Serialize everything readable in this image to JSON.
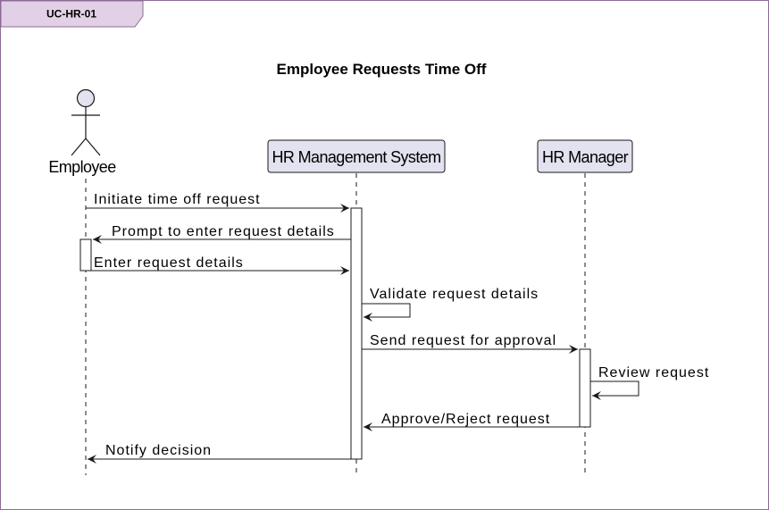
{
  "frame": {
    "tab_label": "UC-HR-01",
    "title": "Employee Requests Time Off"
  },
  "participants": [
    {
      "id": "employee",
      "label": "Employee",
      "kind": "actor"
    },
    {
      "id": "hrms",
      "label": "HR Management System",
      "kind": "participant"
    },
    {
      "id": "manager",
      "label": "HR Manager",
      "kind": "participant"
    }
  ],
  "messages": [
    {
      "from": "employee",
      "to": "hrms",
      "label": "Initiate time off request"
    },
    {
      "from": "hrms",
      "to": "employee",
      "label": "Prompt to enter request details"
    },
    {
      "from": "employee",
      "to": "hrms",
      "label": "Enter request details"
    },
    {
      "from": "hrms",
      "to": "hrms",
      "label": "Validate request details"
    },
    {
      "from": "hrms",
      "to": "manager",
      "label": "Send request for approval"
    },
    {
      "from": "manager",
      "to": "manager",
      "label": "Review request"
    },
    {
      "from": "manager",
      "to": "hrms",
      "label": "Approve/Reject request"
    },
    {
      "from": "hrms",
      "to": "employee",
      "label": "Notify decision"
    }
  ],
  "colors": {
    "frame_border": "#8c6b97",
    "tab_fill": "#e2d1e6",
    "participant_fill": "#e2e2f0",
    "participant_border": "#181818",
    "line": "#181818"
  }
}
